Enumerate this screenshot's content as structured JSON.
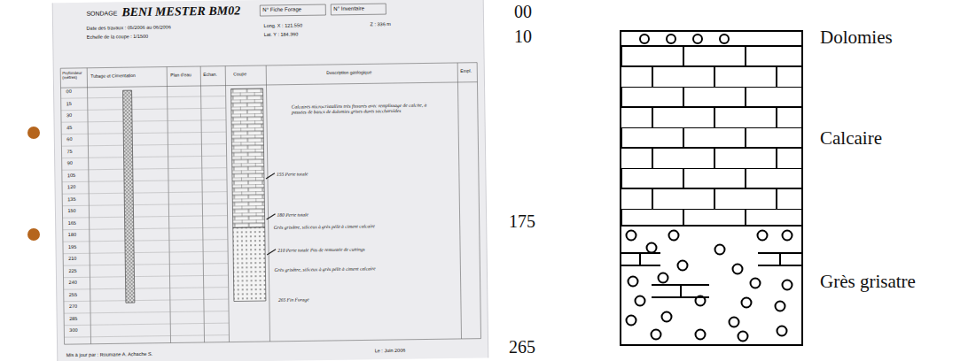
{
  "diagram": {
    "labels": [
      "00",
      "10",
      "175",
      "265",
      "Dolomies",
      "Calcaire",
      "Grès grisatre",
      "SONDAGE",
      "BENI MESTER BM02",
      "N° Fiche Forage",
      "N° Inventaire",
      "Date des travaux : 05/2006 au 06/2006",
      "Echelle de la coupe : 1/1500",
      "Long. X : 121.550",
      "Lat. Y : 184.360",
      "Z : 336 m",
      "Profondeur (mètres)",
      "Tubage et Cimentation",
      "Plan d'eau",
      "Echan.",
      "Coupe",
      "Description géologique",
      "Empl.",
      "00",
      "15",
      "30",
      "45",
      "60",
      "75",
      "90",
      "105",
      "120",
      "135",
      "150",
      "165",
      "180",
      "195",
      "210",
      "225",
      "240",
      "255",
      "270",
      "285",
      "300",
      "Calcaires microcristallins très fissurés avec remplissage de calcite, à passées de bancs de dolomies grises dures saccharoïdes",
      "155 Perte totale",
      "180 Perte totale",
      "Grès grisâtre, siliceux à grès pélit à ciment calcaire",
      "210 Perte totale Pas de remontée de cuttings",
      "Grès grisâtre, siliceux à grès pélit à ciment calcaire",
      "265 Fin Forage",
      "Mis à jour par : Roumane A.   Achache S.",
      "Le : Juin 2006"
    ]
  }
}
